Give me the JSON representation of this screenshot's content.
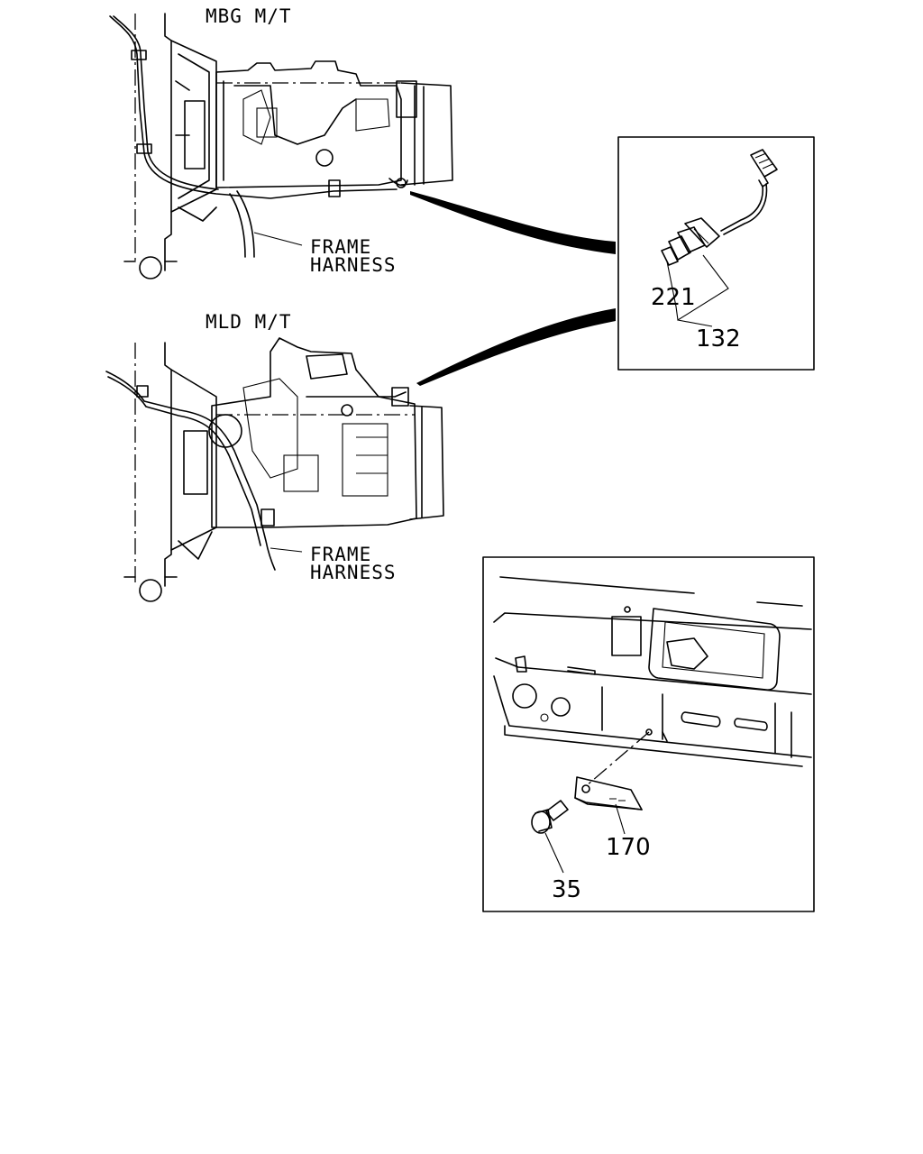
{
  "diagram": {
    "upper_view": {
      "title": "MBG M/T",
      "harness_label_line1": "FRAME",
      "harness_label_line2": "HARNESS"
    },
    "lower_view": {
      "title": "MLD M/T",
      "harness_label_line1": "FRAME",
      "harness_label_line2": "HARNESS"
    },
    "sensor_detail": {
      "callouts": [
        "221",
        "132"
      ]
    },
    "bracket_detail": {
      "callouts": [
        "170",
        "35"
      ]
    }
  }
}
